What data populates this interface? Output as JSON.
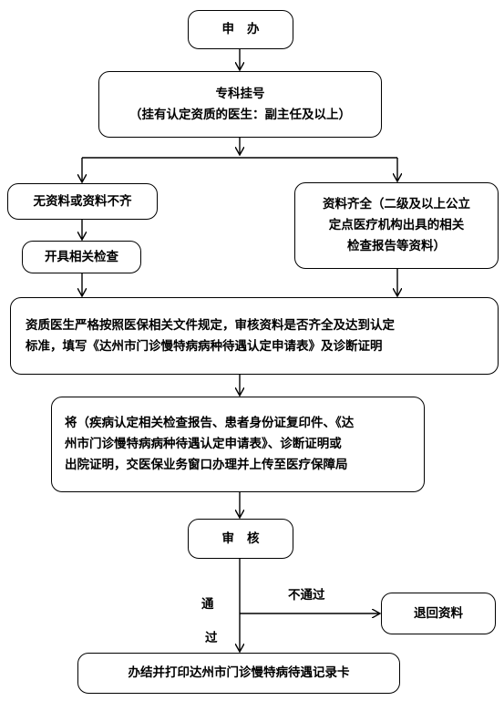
{
  "flow": {
    "apply": "申办",
    "specialist": {
      "line1": "专科挂号",
      "line2": "（挂有认定资质的医生：副主任及以上）"
    },
    "incomplete": "无资料或资料不齐",
    "issue_tests": "开具相关检查",
    "complete": {
      "line1": "资料齐全（二级及以上公立",
      "line2": "定点医疗机构出具的相关",
      "line3": "检查报告等资料）"
    },
    "doctor_review": {
      "line1": "资质医生严格按照医保相关文件规定，审核资料是否齐全及达到认定",
      "line2": "标准，填写《达州市门诊慢特病病种待遇认定申请表》及诊断证明"
    },
    "submit": {
      "line1": "将（疾病认定相关检查报告、患者身份证复印件、《达",
      "line2": "州市门诊慢特病病种待遇认定申请表》、诊断证明或",
      "line3": "出院证明，交医保业务窗口办理并上传至医疗保障局"
    },
    "audit": "审核",
    "pass_label_1": "通",
    "pass_label_2": "过",
    "fail_label": "不通过",
    "return_docs": "退回资料",
    "finish": "办结并打印达州市门诊慢特病待遇记录卡"
  }
}
